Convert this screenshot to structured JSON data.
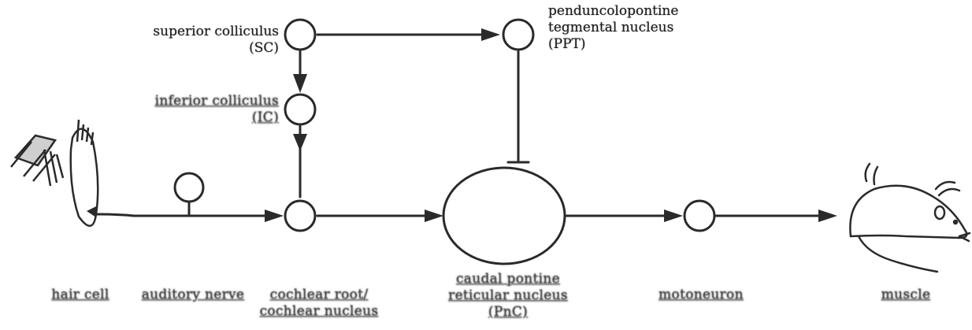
{
  "nodes": {
    "superior_colliculus": {
      "line1": "superior colliculus",
      "line2": "(SC)"
    },
    "ppt": {
      "line1": "penduncolopontine",
      "line2": "tegmental nucleus",
      "line3": "(PPT)"
    },
    "inferior_colliculus": {
      "line1": "inferior colliculus",
      "line2": "(IC)"
    },
    "hair_cell": {
      "line1": "hair cell"
    },
    "auditory_nerve": {
      "line1": "auditory nerve"
    },
    "cochlear_root": {
      "line1": "cochlear root/",
      "line2": "cochlear nucleus"
    },
    "pnc": {
      "line1": "caudal pontine",
      "line2": "reticular nucleus",
      "line3": "(PnC)"
    },
    "motoneuron": {
      "line1": "motoneuron"
    },
    "muscle": {
      "line1": "muscle"
    }
  },
  "colors": {
    "stroke": "#2a2a2a",
    "fill": "#ffffff",
    "text": "#202020"
  }
}
